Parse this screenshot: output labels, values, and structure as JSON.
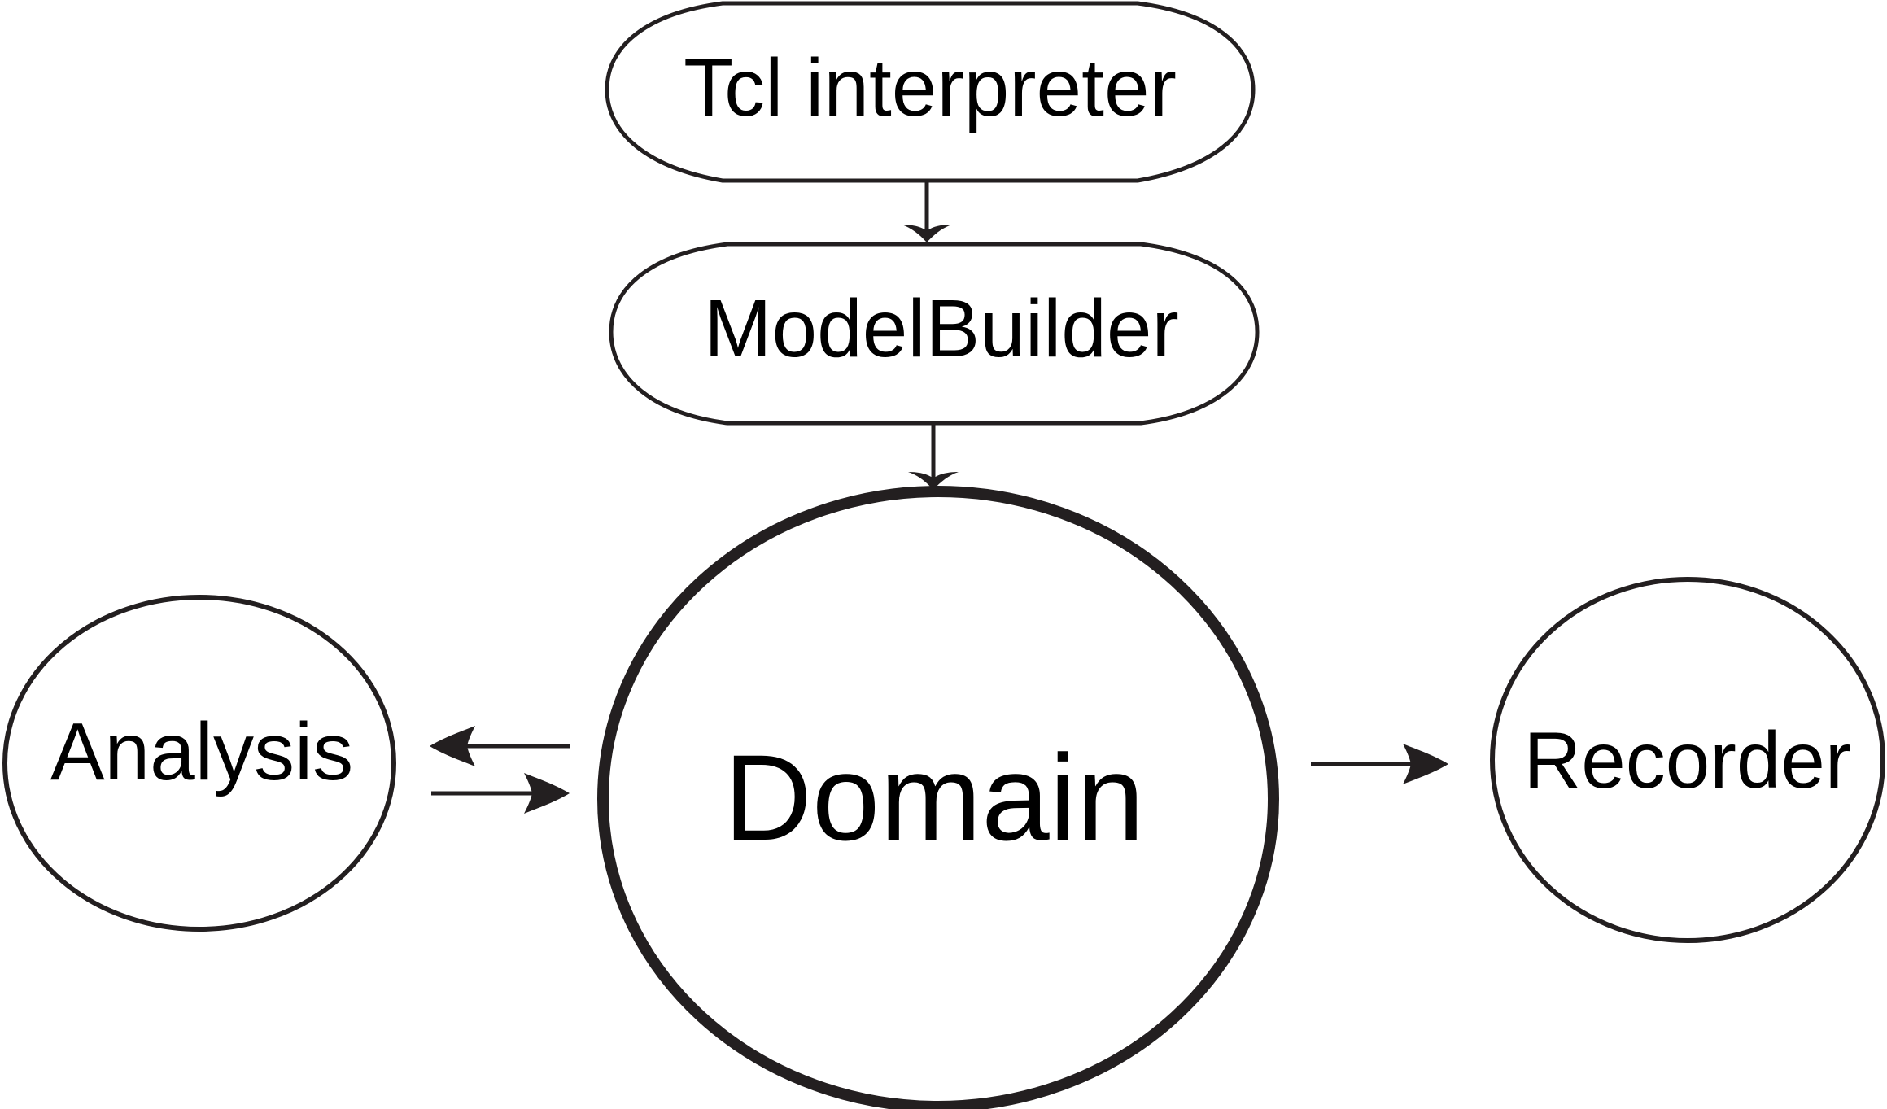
{
  "nodes": {
    "tcl": {
      "label": "Tcl interpreter"
    },
    "modelbuilder": {
      "label": "ModelBuilder"
    },
    "domain": {
      "label": "Domain"
    },
    "analysis": {
      "label": "Analysis"
    },
    "recorder": {
      "label": "Recorder"
    }
  },
  "edges": [
    {
      "from": "Tcl interpreter",
      "to": "ModelBuilder"
    },
    {
      "from": "ModelBuilder",
      "to": "Domain"
    },
    {
      "from": "Domain",
      "to": "Analysis"
    },
    {
      "from": "Analysis",
      "to": "Domain"
    },
    {
      "from": "Domain",
      "to": "Recorder"
    }
  ],
  "colors": {
    "stroke": "#231f20",
    "text": "#000000",
    "background": "#ffffff"
  }
}
